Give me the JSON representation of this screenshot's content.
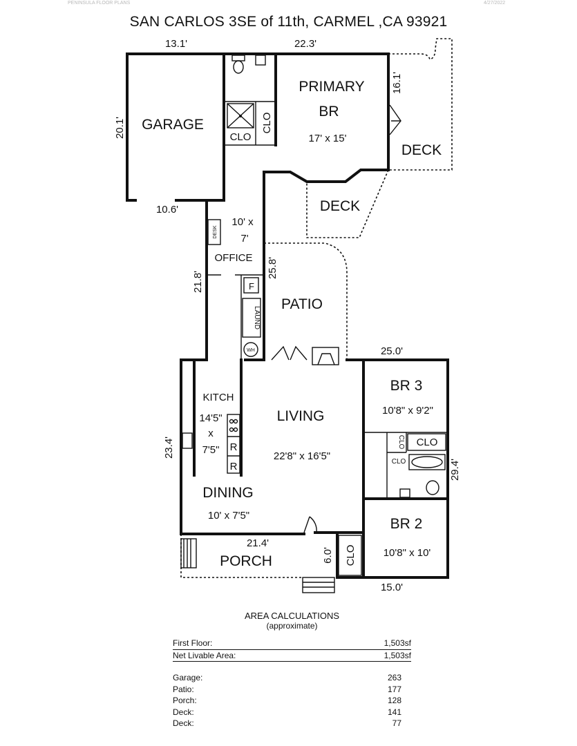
{
  "header": {
    "company": "PENINSULA FLOOR PLANS",
    "date": "4/27/2022"
  },
  "title": "SAN CARLOS 3SE of 11th, CARMEL ,CA 93921",
  "rooms": {
    "garage": "GARAGE",
    "primary_line1": "PRIMARY",
    "primary_line2": "BR",
    "primary_size": "17' x 15'",
    "deck": "DECK",
    "office_size_1": "10' x",
    "office_size_2": "7'",
    "office": "OFFICE",
    "patio": "PATIO",
    "kitchen": "KITCH",
    "kitchen_size_1": "14'5\"",
    "kitchen_size_2": "x",
    "kitchen_size_3": "7'5\"",
    "living": "LIVING",
    "living_size": "22'8\" x 16'5\"",
    "br3": "BR 3",
    "br3_size": "10'8\" x 9'2\"",
    "dining": "DINING",
    "dining_size": "10' x 7'5\"",
    "br2": "BR 2",
    "br2_size": "10'8\" x 10'",
    "porch": "PORCH"
  },
  "fixtures": {
    "closet": "CLO",
    "desk": "DESK",
    "laundry": "LAUND",
    "furnace": "F",
    "water_heater": "WH",
    "refrigerator": "R"
  },
  "dimensions": {
    "top_left": "13.1'",
    "top_right": "22.3'",
    "primary_height": "16.1'",
    "garage_height": "20.1'",
    "garage_width": "10.6'",
    "hall_length": "21.8'",
    "patio_length": "25.8'",
    "east_wing_width": "25.0'",
    "west_height": "23.4'",
    "east_height": "29.4'",
    "porch_width": "21.4'",
    "porch_depth": "6.0'",
    "bottom_width": "15.0'"
  },
  "area": {
    "title": "AREA CALCULATIONS",
    "subtitle": "(approximate)",
    "first_floor_label": "First Floor:",
    "first_floor_value": "1,503sf",
    "net_label": "Net Livable Area:",
    "net_value": "1,503sf",
    "items": [
      {
        "label": "Garage:",
        "value": "263"
      },
      {
        "label": "Patio:",
        "value": "177"
      },
      {
        "label": "Porch:",
        "value": "128"
      },
      {
        "label": "Deck:",
        "value": "141"
      },
      {
        "label": "Deck:",
        "value": "77"
      }
    ]
  }
}
